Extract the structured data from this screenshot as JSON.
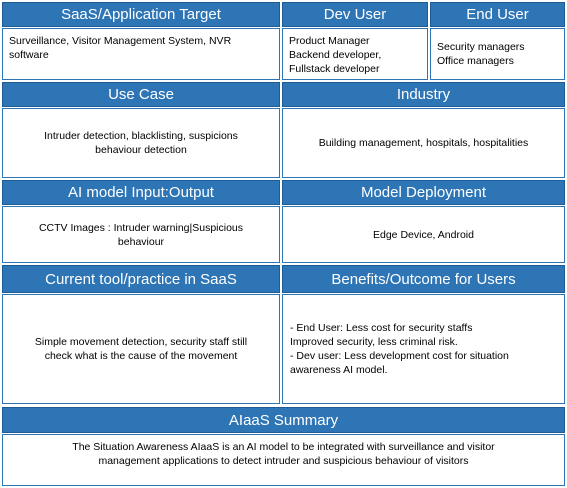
{
  "saas_target": {
    "header": "SaaS/Application Target",
    "value": "Surveillance, Visitor Management System, NVR software"
  },
  "dev_user": {
    "header": "Dev User",
    "value": "Product Manager\nBackend developer,\nFullstack developer"
  },
  "end_user": {
    "header": "End User",
    "value": "Security managers\nOffice managers"
  },
  "use_case": {
    "header": "Use Case",
    "value": "Intruder detection, blacklisting, suspicions\nbehaviour detection"
  },
  "industry": {
    "header": "Industry",
    "value": "Building management, hospitals, hospitalities"
  },
  "ai_model_io": {
    "header": "AI model Input:Output",
    "value": "CCTV Images : Intruder warning|Suspicious\nbehaviour"
  },
  "model_deployment": {
    "header": "Model Deployment",
    "value": "Edge Device, Android"
  },
  "current_tool": {
    "header": "Current tool/practice in SaaS",
    "value": "Simple movement detection, security staff still\ncheck what is the cause of the movement"
  },
  "benefits": {
    "header": "Benefits/Outcome for Users",
    "value": "- End User: Less cost for security staffs\nImproved security, less criminal risk.\n- Dev user: Less development cost for situation\nawareness AI model."
  },
  "summary": {
    "header": "AIaaS Summary",
    "value": "The Situation Awareness AIaaS is an AI model to be integrated with surveillance and visitor\nmanagement applications to detect intruder and suspicious behaviour of visitors"
  }
}
